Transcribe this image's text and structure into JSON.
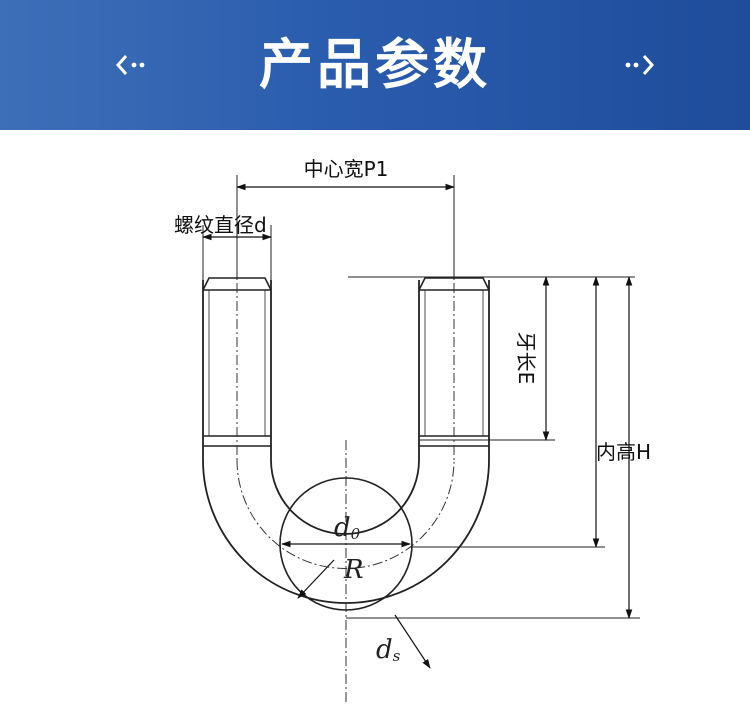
{
  "banner": {
    "title": "产品参数",
    "left_ornament": "chevron-left-dots-icon",
    "right_ornament": "chevron-right-dots-icon",
    "gradient_colors": [
      "#3d6fb8",
      "#1f4c9b"
    ]
  },
  "diagram": {
    "labels": {
      "center_width": "中心宽P1",
      "thread_diameter": "螺纹直径d",
      "thread_length": "牙长E",
      "inner_height": "内高H",
      "d0": "d",
      "d0_sub": "0",
      "radius": "R",
      "ds": "d",
      "ds_sub": "s"
    }
  }
}
